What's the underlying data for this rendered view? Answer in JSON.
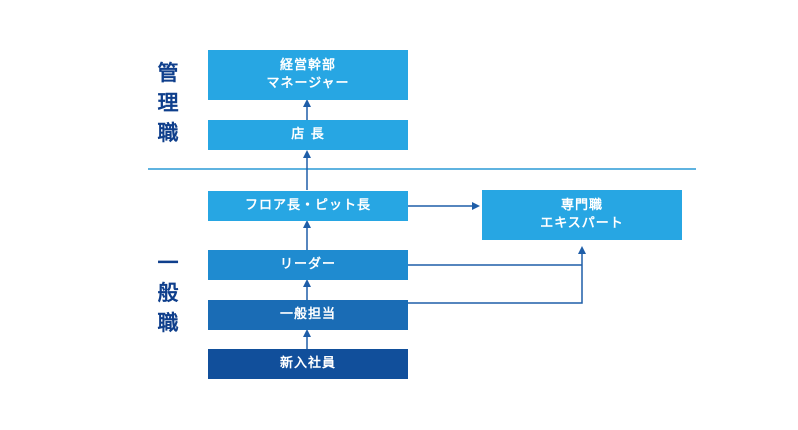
{
  "categories": {
    "management": [
      "管",
      "理",
      "職"
    ],
    "general": [
      "一",
      "般",
      "職"
    ]
  },
  "boxes": {
    "executive": {
      "line1": "経営幹部",
      "line2": "マネージャー"
    },
    "store_manager": "店 長",
    "floor_manager": "フロア長・ピット長",
    "specialist": {
      "line1": "専門職",
      "line2": "エキスパート"
    },
    "leader": "リーダー",
    "general_staff": "一般担当",
    "new_employee": "新入社員"
  },
  "colors": {
    "tier1": "#27a6e3",
    "tier2": "#1f8bd0",
    "tier3": "#1a6cb5",
    "tier4": "#114f9b",
    "line": "#2b73b8",
    "divider": "#2a9ad6",
    "category_text": "#0f3f8c"
  }
}
